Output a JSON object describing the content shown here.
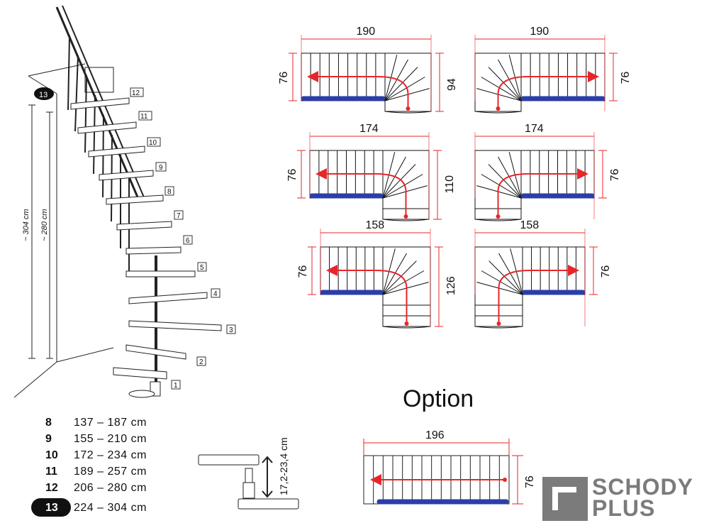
{
  "stair_diagram": {
    "step_numbers": [
      "1",
      "2",
      "3",
      "4",
      "5",
      "6",
      "7",
      "8",
      "9",
      "10",
      "11",
      "12"
    ],
    "top_badge": "13",
    "height_outer": "~ 304 cm",
    "height_inner": "~ 280 cm"
  },
  "spec_table": {
    "rows": [
      {
        "steps": "8",
        "range": "137 – 187 cm"
      },
      {
        "steps": "9",
        "range": "155 – 210 cm"
      },
      {
        "steps": "10",
        "range": "172 – 234 cm"
      },
      {
        "steps": "11",
        "range": "189 – 257 cm"
      },
      {
        "steps": "12",
        "range": "206 – 280 cm"
      },
      {
        "steps": "13",
        "range": "224 – 304 cm"
      }
    ]
  },
  "riser": {
    "label": "17,2-23,4 cm"
  },
  "plans": [
    {
      "width": "190",
      "depth": "76",
      "side": "94"
    },
    {
      "width": "190",
      "depth": "76"
    },
    {
      "width": "174",
      "depth": "76",
      "side": "110"
    },
    {
      "width": "174",
      "depth": "76"
    },
    {
      "width": "158",
      "depth": "76",
      "side": "126"
    },
    {
      "width": "158",
      "depth": "76"
    }
  ],
  "option": {
    "title": "Option",
    "width": "196",
    "depth": "76"
  },
  "logo": {
    "line1": "SCHODY",
    "line2": "PLUS"
  },
  "colors": {
    "dimension": "#e8262a",
    "landing": "#2b3ea8",
    "line": "#111111"
  }
}
